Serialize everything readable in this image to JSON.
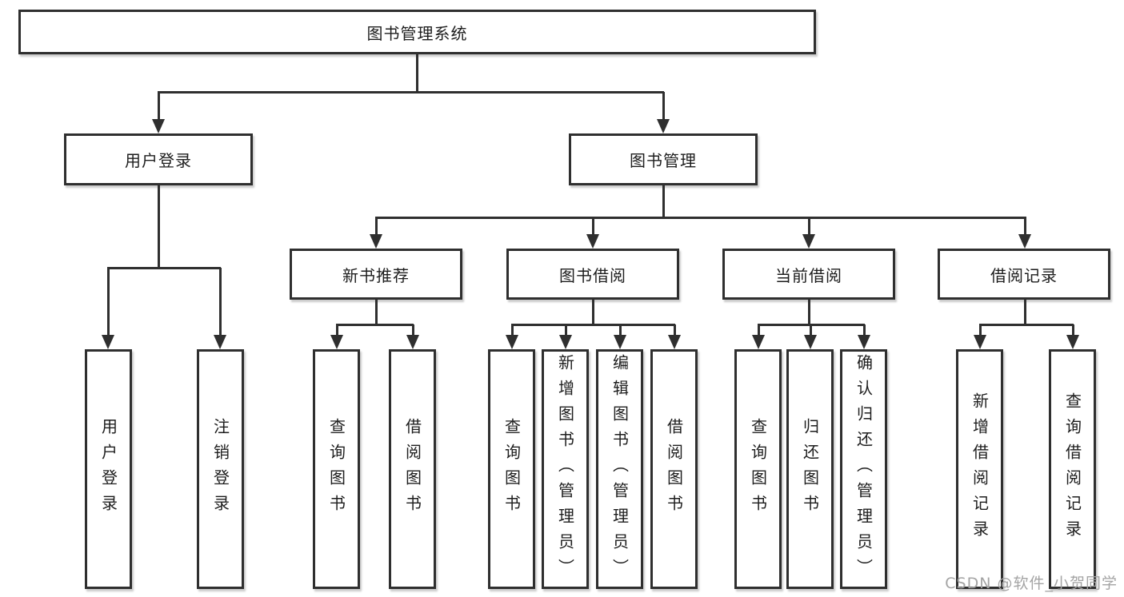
{
  "diagram": {
    "type": "hierarchy-tree",
    "root": {
      "label": "图书管理系统"
    },
    "branches": [
      {
        "label": "用户登录",
        "children": [
          {
            "label": "用户登录"
          },
          {
            "label": "注销登录"
          }
        ]
      },
      {
        "label": "图书管理",
        "children": [
          {
            "label": "新书推荐",
            "children": [
              {
                "label": "查询图书"
              },
              {
                "label": "借阅图书"
              }
            ]
          },
          {
            "label": "图书借阅",
            "children": [
              {
                "label": "查询图书"
              },
              {
                "label": "新增图书（管理员）"
              },
              {
                "label": "编辑图书（管理员）"
              },
              {
                "label": "借阅图书"
              }
            ]
          },
          {
            "label": "当前借阅",
            "children": [
              {
                "label": "查询图书"
              },
              {
                "label": "归还图书"
              },
              {
                "label": "确认归还（管理员）"
              }
            ]
          },
          {
            "label": "借阅记录",
            "children": [
              {
                "label": "新增借阅记录"
              },
              {
                "label": "查询借阅记录"
              }
            ]
          }
        ]
      }
    ]
  },
  "watermark": {
    "text": "CSDN @软件_小贺同学"
  },
  "colors": {
    "line": "#2f2f2f",
    "text": "#1d1d1d",
    "background": "#ffffff",
    "watermark": "#a4a4a4"
  }
}
